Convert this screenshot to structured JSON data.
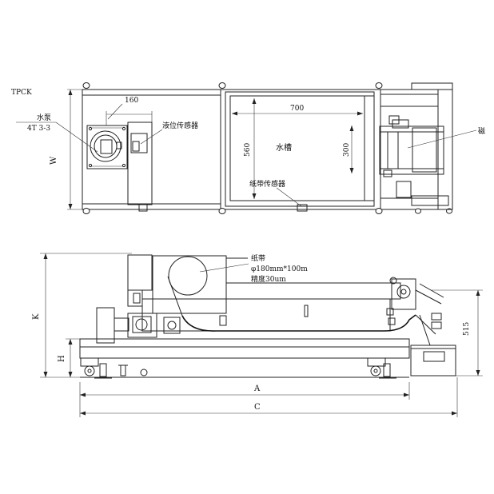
{
  "top_view": {
    "model": "TPCK",
    "pump_label": "水泵",
    "pump_spec": "4T 3-3",
    "dim_160": "160",
    "level_sensor": "液位传感器",
    "dim_700": "700",
    "dim_560": "560",
    "tank_label": "水槽",
    "dim_300": "300",
    "paper_sensor": "纸带传感器",
    "width_label": "W",
    "magnet_label": "磁"
  },
  "side_view": {
    "paper_label": "纸带",
    "paper_spec": "φ180mm*100m",
    "precision": "精度30um",
    "dim_k": "K",
    "dim_h": "H",
    "dim_a": "A",
    "dim_c": "C",
    "dim_515": "515"
  }
}
